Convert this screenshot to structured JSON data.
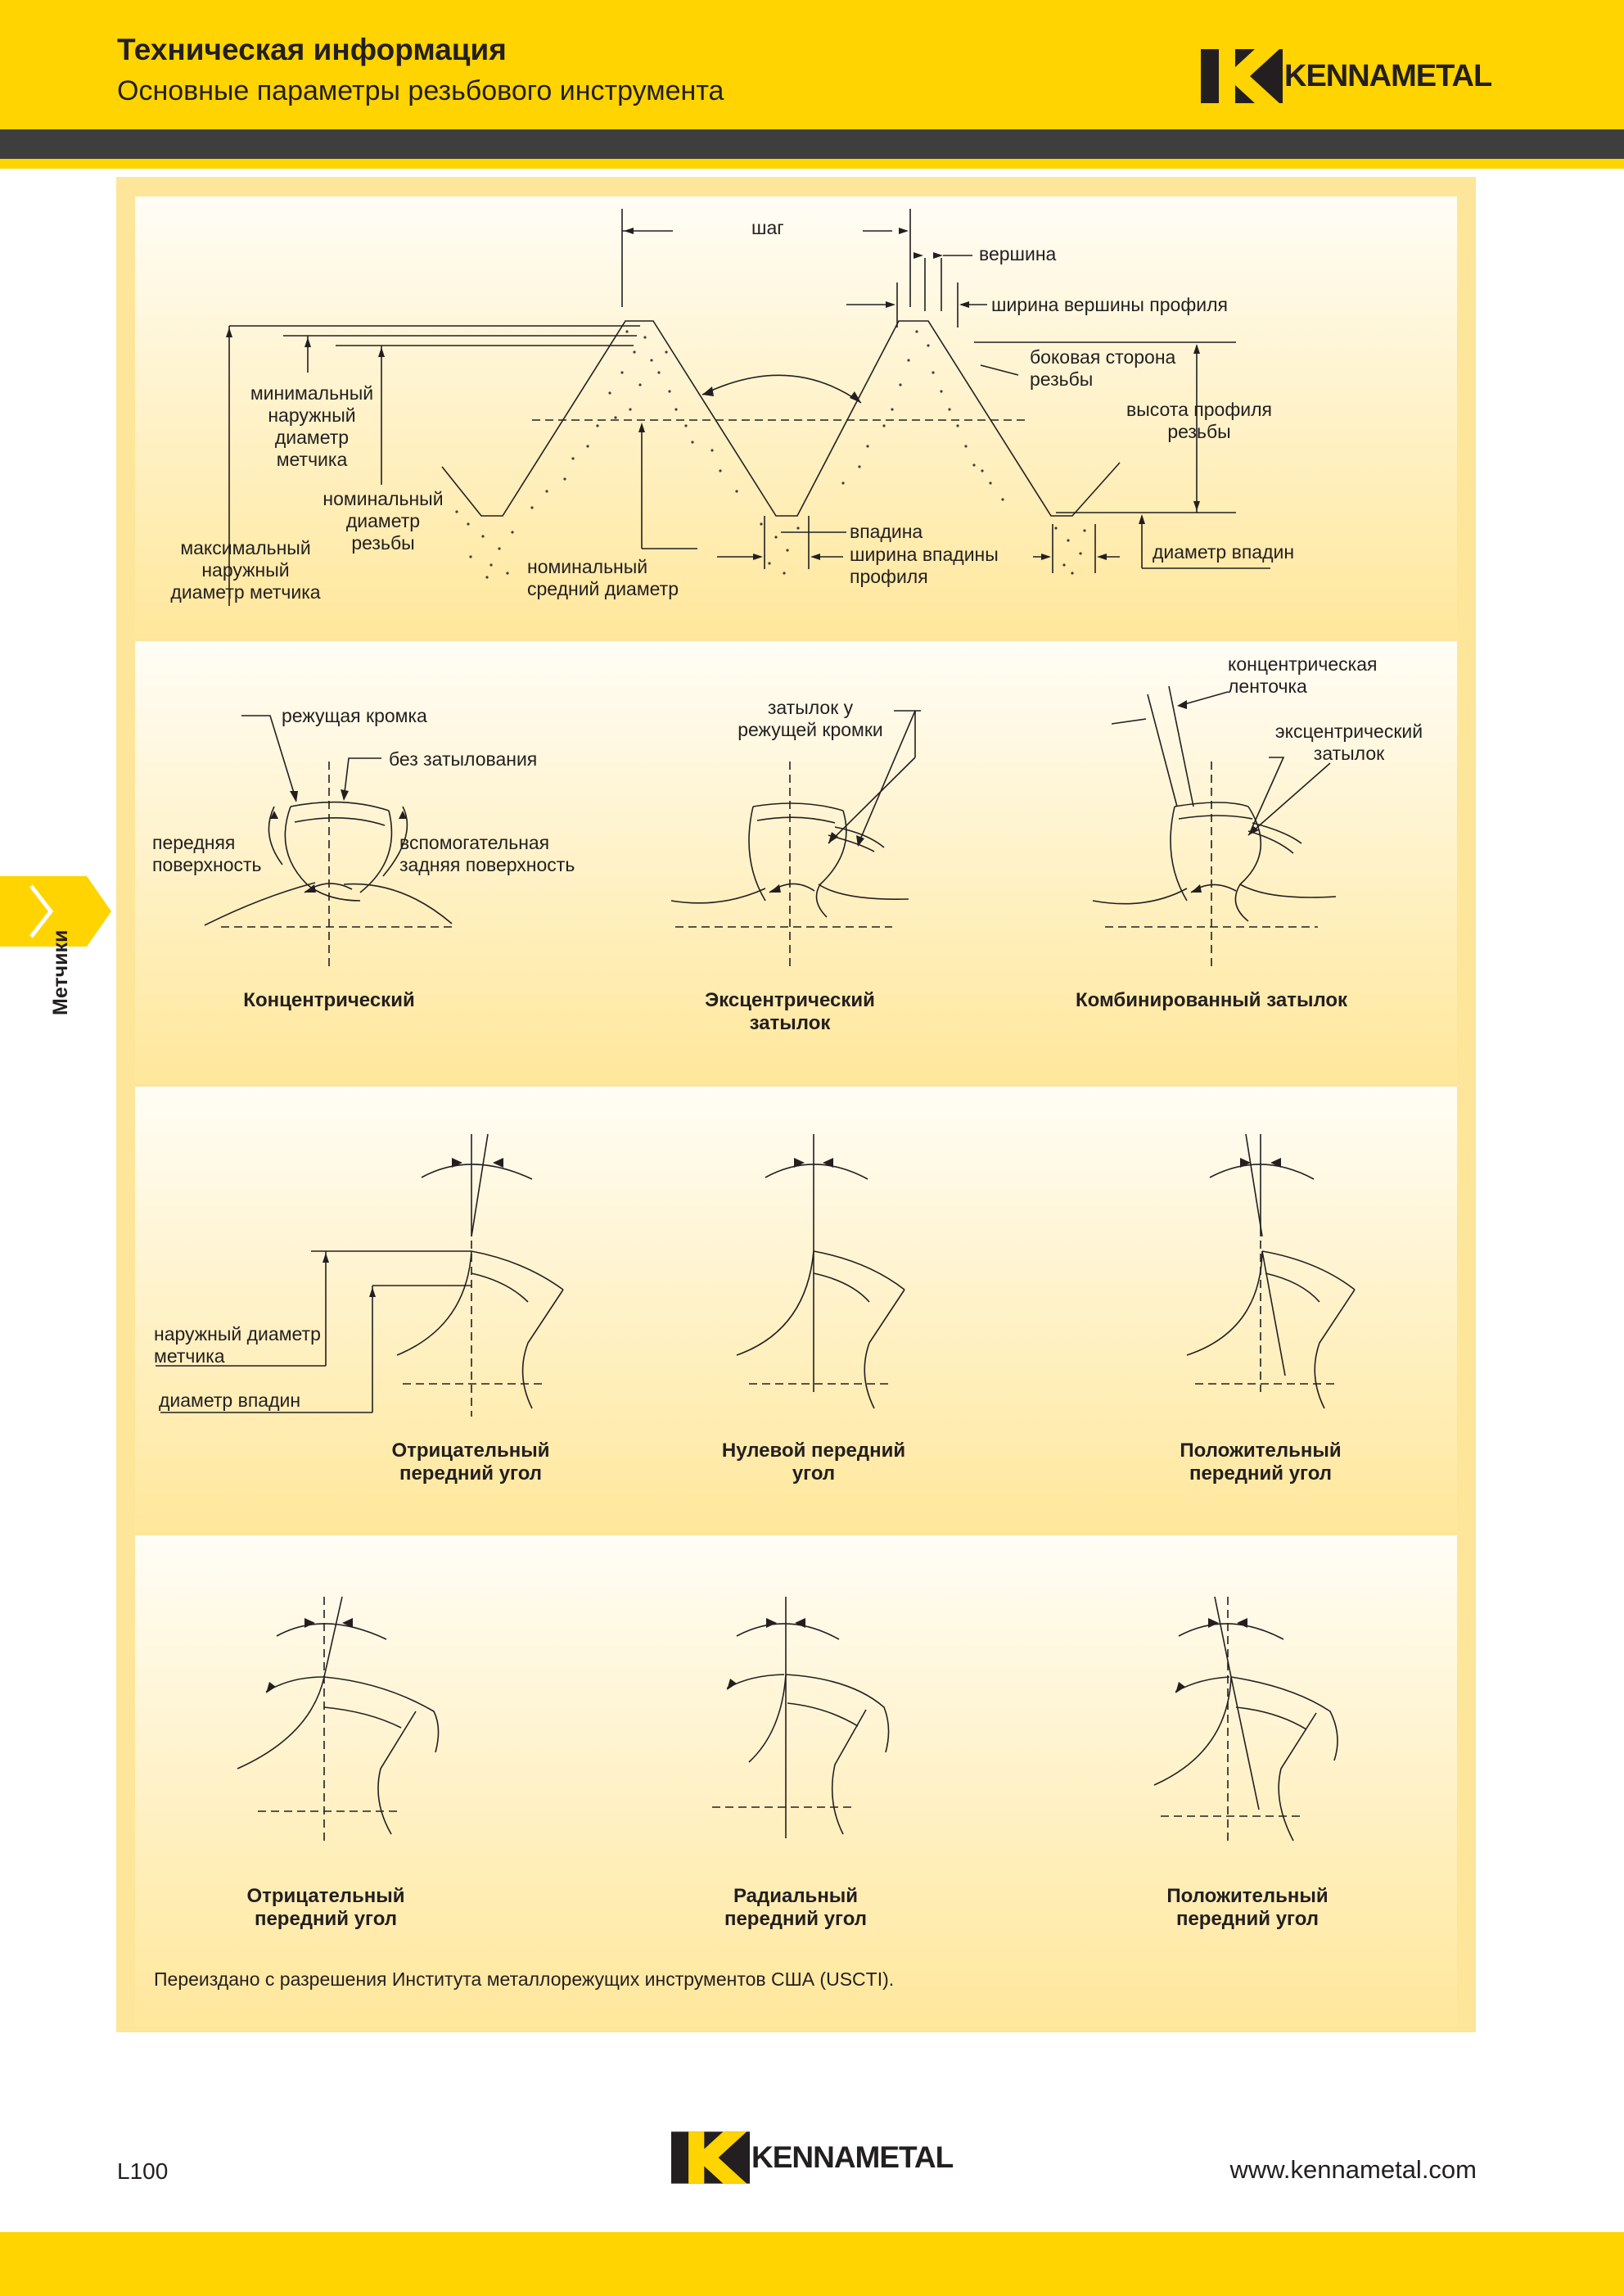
{
  "header": {
    "title": "Техническая информация",
    "subtitle": "Основные параметры резьбового инструмента",
    "brand": "KENNAMETAL"
  },
  "side_tab": {
    "label": "Метчики"
  },
  "thread_profile": {
    "pitch": "шаг",
    "crest": "вершина",
    "crest_width": "ширина вершины профиля",
    "flank": "боковая сторона резьбы",
    "thread_height": "высота профиля резьбы",
    "min_major": "минимальный наружный диаметр метчика",
    "basic_major": "номинальный диаметр резьбы",
    "max_major": "максимальный наружный диаметр метчика",
    "pitch_diameter": "номинальный средний диаметр",
    "root": "впадина",
    "root_width": "ширина впадины профиля",
    "minor_diameter": "диаметр впадин"
  },
  "relief": {
    "cutting_edge": "режущая кромка",
    "no_relief": "без затылования",
    "face": "передняя поверхность",
    "heel": "вспомогательная задняя поверхность",
    "eccentric_edge_relief": "затылок у режущей кромки",
    "concentric_margin": "концентрическая ленточка",
    "eccentric_relief": "эксцентрический затылок",
    "captions": [
      "Концентрический",
      "Эксцентрический затылок",
      "Комбинированный затылок"
    ]
  },
  "hook": {
    "major_diameter": "наружный диаметр метчика",
    "minor_diameter": "диаметр впадин",
    "captions": [
      "Отрицательный передний угол",
      "Нулевой передний угол",
      "Положительный передний угол"
    ]
  },
  "rake": {
    "captions": [
      "Отрицательный передний угол",
      "Радиальный передний угол",
      "Положительный передний угол"
    ]
  },
  "note": "Переиздано с разрешения Института металлорежущих инструментов США (USCTI).",
  "footer": {
    "page": "L100",
    "brand": "KENNAMETAL",
    "url": "www.kennametal.com"
  },
  "colors": {
    "brand_yellow": "#ffd400",
    "band_gray": "#3e3e3e",
    "frame": "#fde59a"
  }
}
